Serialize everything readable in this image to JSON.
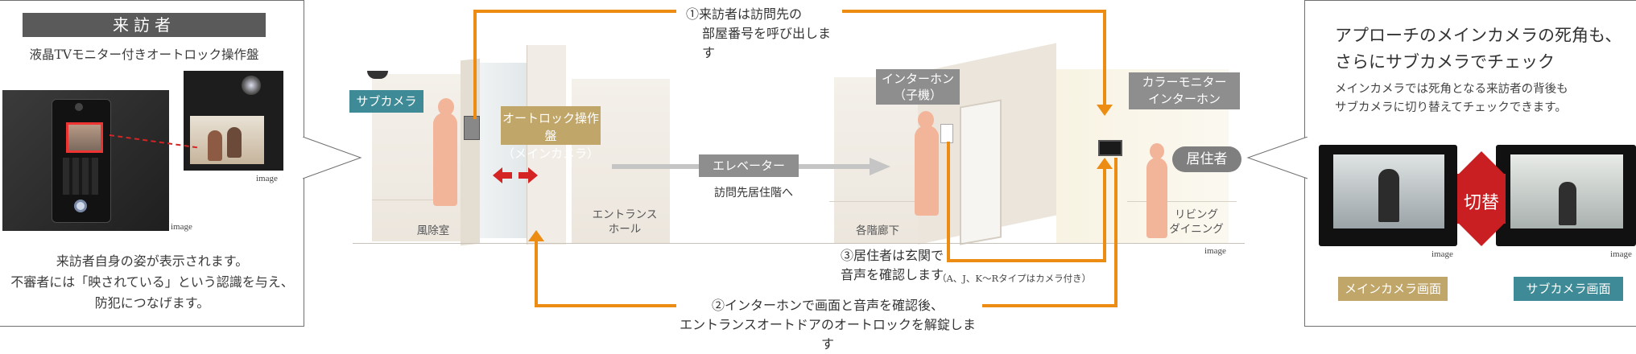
{
  "left": {
    "title": "来訪者",
    "subtitle": "液晶TVモニター付きオートロック操作盤",
    "image_tag_1": "image",
    "image_tag_2": "image",
    "caption_line1": "来訪者自身の姿が表示されます。",
    "caption_line2": "不審者には「映されている」という認識を与え、",
    "caption_line3": "防犯につなげます。"
  },
  "center": {
    "sub_camera": "サブカメラ",
    "autolock_line1": "オートロック操作盤",
    "autolock_line2": "（メインカメラ）",
    "elevator": "エレベーター",
    "elevator_sub": "訪問先居住階へ",
    "intercom_line1": "インターホン",
    "intercom_line2": "（子機）",
    "color_monitor_line1": "カラーモニター",
    "color_monitor_line2": "インターホン",
    "resident": "居住者",
    "room_windbreak": "風除室",
    "room_entrance_line1": "エントランス",
    "room_entrance_line2": "ホール",
    "room_corridor": "各階廊下",
    "room_living_line1": "リビング",
    "room_living_line2": "ダイニング",
    "image_tag": "image",
    "step1_line1": "①来訪者は訪問先の",
    "step1_line2": "部屋番号を呼び出します",
    "step2_line1": "②インターホンで画面と音声を確認後、",
    "step2_line2": "エントランスオートドアのオートロックを解錠します",
    "step3_line1": "③居住者は玄関で",
    "step3_line2": "音声を確認します",
    "step3_note": "（A、J、K～Rタイプはカメラ付き）"
  },
  "right": {
    "title_line1": "アプローチのメインカメラの死角も、",
    "title_line2": "さらにサブカメラでチェック",
    "body_line1": "メインカメラでは死角となる来訪者の背後も",
    "body_line2": "サブカメラに切り替えてチェックできます。",
    "switch_label": "切替",
    "image_tag_1": "image",
    "image_tag_2": "image",
    "main_camera_label": "メインカメラ画面",
    "sub_camera_label": "サブカメラ画面"
  },
  "colors": {
    "flow_orange": "#ec8c12",
    "sub_camera_blue": "#3e8a96",
    "autolock_gold": "#c1a66a",
    "label_gray": "#8e8e8e",
    "switch_red": "#c91f22",
    "figure_pink": "#f2b59a"
  }
}
